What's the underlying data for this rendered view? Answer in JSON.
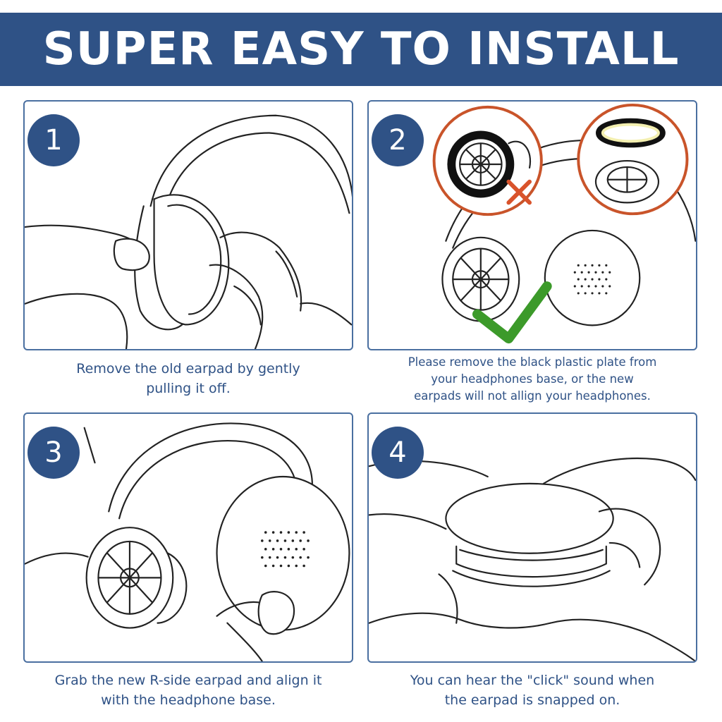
{
  "banner": {
    "title": "SUPER EASY TO INSTALL"
  },
  "colors": {
    "banner": "#2f5286",
    "panel_border": "#4a6fa0",
    "caption": "#2f5286",
    "callout_ring": "#c9542a",
    "check": "#3c9a2a",
    "cross": "#d9532b"
  },
  "steps": [
    {
      "number": "1",
      "caption": [
        "Remove the old earpad by gently",
        "pulling it off."
      ]
    },
    {
      "number": "2",
      "caption": [
        "Please remove the black plastic plate from",
        "your headphones base, or the new",
        "earpads will not allign your headphones."
      ]
    },
    {
      "number": "3",
      "caption": [
        "Grab the new R-side earpad and align it",
        "with the headphone base."
      ]
    },
    {
      "number": "4",
      "caption": [
        "You can hear the \"click\" sound when",
        "the earpad is snapped on."
      ]
    }
  ]
}
